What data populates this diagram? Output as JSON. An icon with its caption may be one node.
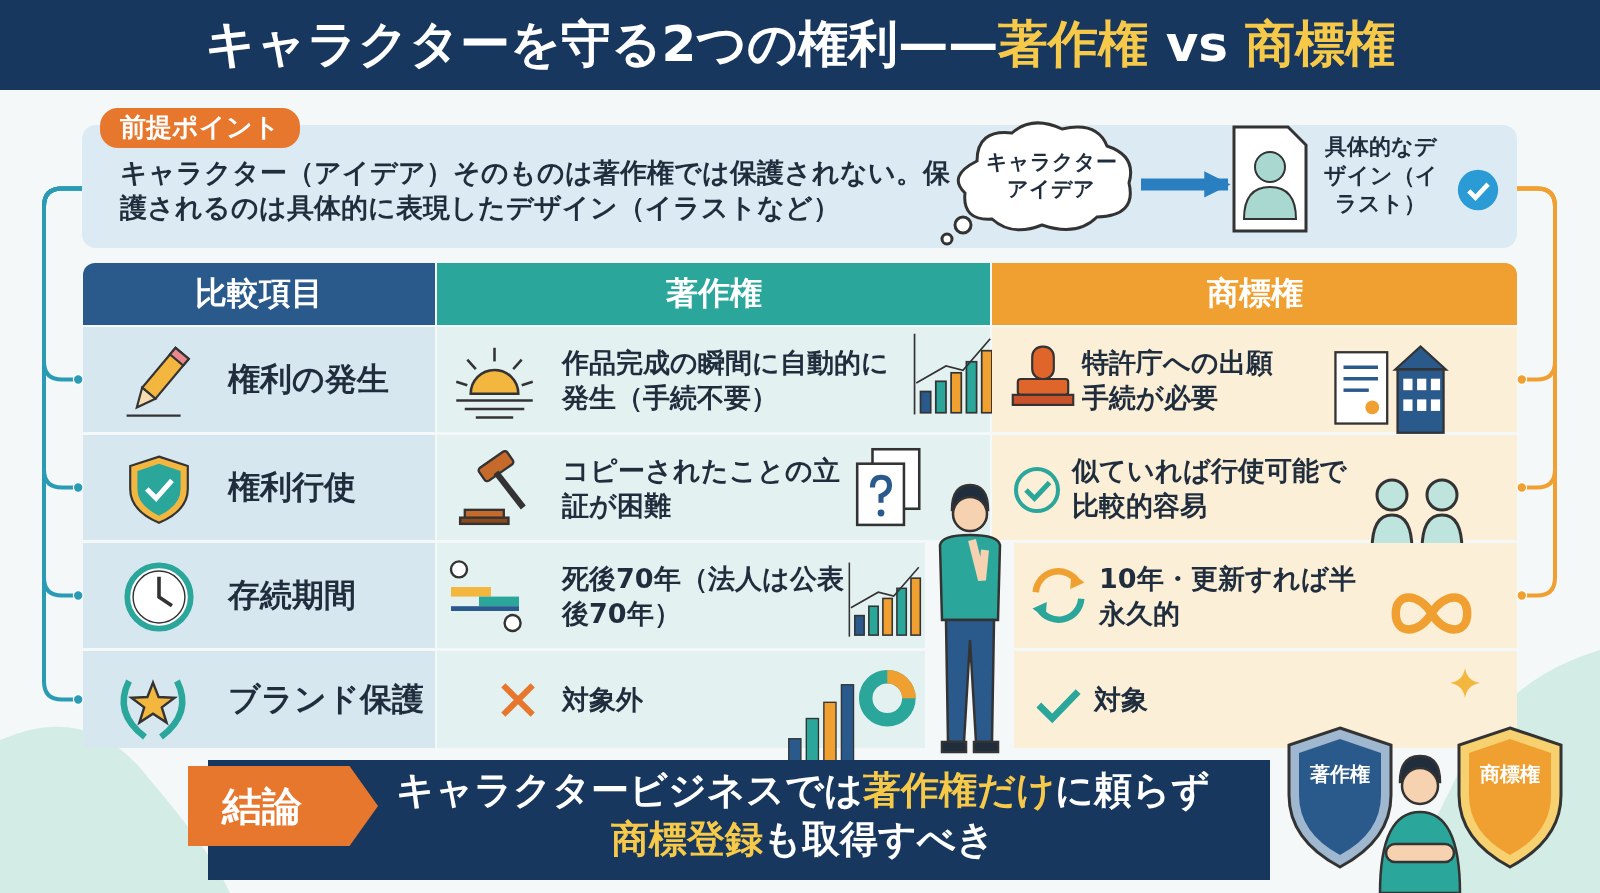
{
  "diagram": {
    "title": "キャラクターを守る2つの権利——**著作権** vs **商標権**",
    "nodes": [
      {
        "text": [
          "前提ポイント",
          "キャラクター（アイデア）そのものは著作権では保護されない。保護されるのは具体的に表現したデザイン（イラストなど）"
        ]
      },
      {
        "text": [
          "キャラクターアイデア"
        ],
        "in": 0
      },
      {
        "text": [
          "具体的なデザイン（イラスト）"
        ],
        "in": 0
      },
      {
        "text": [
          "比較項目"
        ]
      },
      {
        "text": [
          "著作権"
        ]
      },
      {
        "text": [
          "商標権"
        ]
      },
      {
        "text": [
          "権利の発生"
        ]
      },
      {
        "text": [
          "作品完成の瞬間に自動的に発生（手続不要）"
        ]
      },
      {
        "text": [
          "特許庁への出願手続が必要"
        ]
      },
      {
        "text": [
          "権利行使"
        ]
      },
      {
        "text": [
          "コピーされたことの立証が困難"
        ]
      },
      {
        "text": [
          "似ていれば行使可能で比較的容易"
        ]
      },
      {
        "text": [
          "存続期間"
        ]
      },
      {
        "text": [
          "死後70年（法人は公表後70年）"
        ]
      },
      {
        "text": [
          "10年・更新すれば半永久的"
        ]
      },
      {
        "text": [
          "ブランド保護"
        ]
      },
      {
        "text": [
          "対象外"
        ]
      },
      {
        "text": [
          "対象"
        ]
      },
      {
        "text": [
          "結論",
          "キャラクタービジネスでは**著作権だけ**に頼らず**商標登録**も取得すべき"
        ]
      },
      {
        "text": [
          "著作権"
        ]
      },
      {
        "text": [
          "商標権"
        ]
      }
    ],
    "edges": [
      {
        "from": 1,
        "to": 2,
        "arrow": "to",
        "style": "thick"
      },
      {
        "from": 0,
        "to": 6,
        "arrow": "other"
      },
      {
        "from": 0,
        "to": 9,
        "arrow": "other"
      },
      {
        "from": 0,
        "to": 12,
        "arrow": "other"
      },
      {
        "from": 0,
        "to": 15,
        "arrow": "other"
      },
      {
        "from": 0,
        "to": 8,
        "arrow": "other",
        "color": "#f0a030"
      },
      {
        "from": 0,
        "to": 11,
        "arrow": "other",
        "color": "#f0a030"
      },
      {
        "from": 0,
        "to": 14,
        "arrow": "other",
        "color": "#f0a030"
      }
    ]
  }
}
